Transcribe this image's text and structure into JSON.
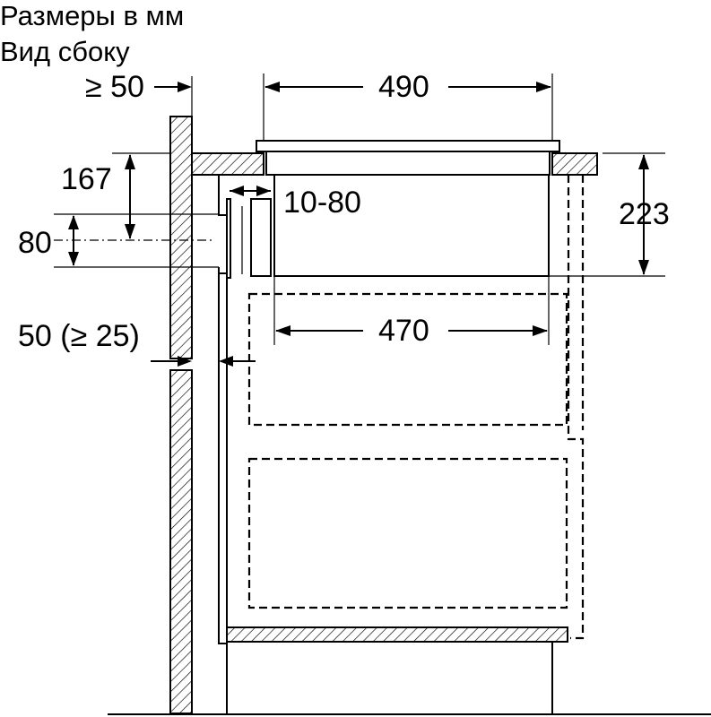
{
  "title": {
    "line1": "Размеры в мм",
    "line2": "Вид сбоку"
  },
  "dimensions": {
    "min_gap_top": "≥ 50",
    "hob_width": "490",
    "height_167": "167",
    "range_10_80": "10-80",
    "height_80": "80",
    "depth_223": "223",
    "inner_width_470": "470",
    "gap_side": "50 (≥ 25)"
  }
}
